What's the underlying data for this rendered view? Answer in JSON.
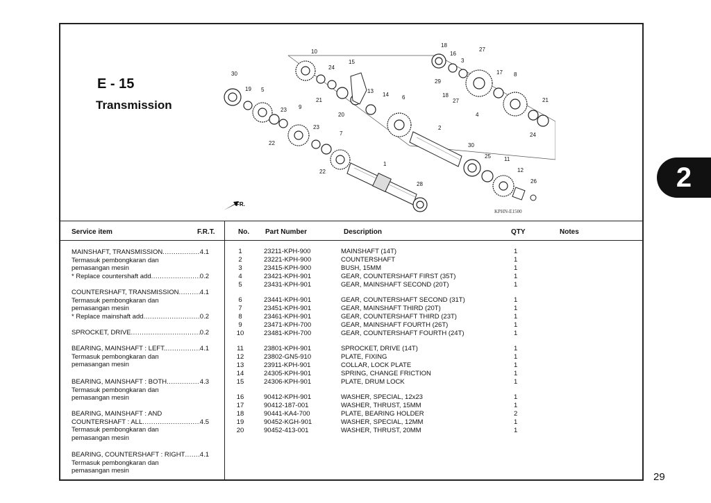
{
  "section": {
    "code": "E - 15",
    "title": "Transmission"
  },
  "diagram": {
    "fr_label": "FR.",
    "code": "KPHN-E1500",
    "callouts": [
      "18",
      "27",
      "16",
      "3",
      "10",
      "15",
      "24",
      "29",
      "17",
      "8",
      "30",
      "19",
      "5",
      "13",
      "14",
      "6",
      "18",
      "27",
      "21",
      "20",
      "4",
      "21",
      "23",
      "9",
      "23",
      "2",
      "24",
      "7",
      "22",
      "1",
      "30",
      "25",
      "11",
      "22",
      "12",
      "26",
      "28"
    ]
  },
  "service_table": {
    "headers": {
      "service_item": "Service item",
      "frt": "F.R.T."
    },
    "groups": [
      {
        "lines": [
          {
            "label": "MAINSHAFT, TRANSMISSION",
            "value": "4.1"
          },
          {
            "label": "Termasuk pembongkaran dan"
          },
          {
            "label": "pemasangan mesin"
          },
          {
            "label": "* Replace countershaft add",
            "value": "0.2"
          }
        ]
      },
      {
        "lines": [
          {
            "label": "COUNTERSHAFT, TRANSMISSION",
            "value": "4.1"
          },
          {
            "label": "Termasuk pembongkaran dan"
          },
          {
            "label": "pemasangan mesin"
          },
          {
            "label": "* Replace mainshaft add",
            "value": "0.2"
          }
        ]
      },
      {
        "lines": [
          {
            "label": "SPROCKET, DRIVE",
            "value": "0.2"
          }
        ]
      },
      {
        "lines": [
          {
            "label": "BEARING, MAINSHAFT : LEFT.",
            "value": "4.1"
          },
          {
            "label": "Termasuk pembongkaran dan"
          },
          {
            "label": "pemasangan mesin"
          }
        ]
      },
      {
        "lines": [
          {
            "label": "BEARING, MAINSHAFT : BOTH",
            "value": "4.3"
          },
          {
            "label": "Termasuk pembongkaran dan"
          },
          {
            "label": "pemasangan mesin"
          }
        ]
      },
      {
        "lines": [
          {
            "label": "BEARING, MAINSHAFT : AND"
          },
          {
            "label": "COUNTERSHAFT : ALL",
            "value": "4.5"
          },
          {
            "label": "Termasuk pembongkaran dan"
          },
          {
            "label": "pemasangan mesin"
          }
        ]
      },
      {
        "lines": [
          {
            "label": "BEARING, COUNTERSHAFT : RIGHT",
            "value": "4.1"
          },
          {
            "label": "Termasuk pembongkaran dan"
          },
          {
            "label": "pemasangan mesin"
          }
        ]
      }
    ]
  },
  "parts_table": {
    "headers": {
      "no": "No.",
      "part_number": "Part Number",
      "description": "Description",
      "qty": "QTY",
      "notes": "Notes"
    },
    "rows": [
      {
        "no": "1",
        "part": "23211-KPH-900",
        "desc": "MAINSHAFT (14T)",
        "qty": "1"
      },
      {
        "no": "2",
        "part": "23221-KPH-900",
        "desc": "COUNTERSHAFT",
        "qty": "1"
      },
      {
        "no": "3",
        "part": "23415-KPH-900",
        "desc": "BUSH, 15MM",
        "qty": "1"
      },
      {
        "no": "4",
        "part": "23421-KPH-901",
        "desc": "GEAR, COUNTERSHAFT FIRST (35T)",
        "qty": "1"
      },
      {
        "no": "5",
        "part": "23431-KPH-901",
        "desc": "GEAR, MAINSHAFT SECOND (20T)",
        "qty": "1"
      },
      {
        "no": "6",
        "part": "23441-KPH-901",
        "desc": "GEAR, COUNTERSHAFT SECOND (31T)",
        "qty": "1"
      },
      {
        "no": "7",
        "part": "23451-KPH-901",
        "desc": "GEAR, MAINSHAFT THIRD (20T)",
        "qty": "1"
      },
      {
        "no": "8",
        "part": "23461-KPH-901",
        "desc": "GEAR, COUNTERSHAFT THIRD (23T)",
        "qty": "1"
      },
      {
        "no": "9",
        "part": "23471-KPH-700",
        "desc": "GEAR, MAINSHAFT FOURTH (26T)",
        "qty": "1"
      },
      {
        "no": "10",
        "part": "23481-KPH-700",
        "desc": "GEAR, COUNTERSHAFT FOURTH (24T)",
        "qty": "1"
      },
      {
        "no": "11",
        "part": "23801-KPH-901",
        "desc": "SPROCKET, DRIVE (14T)",
        "qty": "1"
      },
      {
        "no": "12",
        "part": "23802-GN5-910",
        "desc": "PLATE, FIXING",
        "qty": "1"
      },
      {
        "no": "13",
        "part": "23911-KPH-901",
        "desc": "COLLAR, LOCK PLATE",
        "qty": "1"
      },
      {
        "no": "14",
        "part": "24305-KPH-901",
        "desc": "SPRING, CHANGE FRICTION",
        "qty": "1"
      },
      {
        "no": "15",
        "part": "24306-KPH-901",
        "desc": "PLATE, DRUM LOCK",
        "qty": "1"
      },
      {
        "no": "16",
        "part": "90412-KPH-901",
        "desc": "WASHER, SPECIAL, 12x23",
        "qty": "1"
      },
      {
        "no": "17",
        "part": "90412-187-001",
        "desc": "WASHER, THRUST, 15MM",
        "qty": "1"
      },
      {
        "no": "18",
        "part": "90441-KA4-700",
        "desc": "PLATE, BEARING HOLDER",
        "qty": "2"
      },
      {
        "no": "19",
        "part": "90452-KGH-901",
        "desc": "WASHER, SPECIAL, 12MM",
        "qty": "1"
      },
      {
        "no": "20",
        "part": "90452-413-001",
        "desc": "WASHER, THRUST, 20MM",
        "qty": "1"
      }
    ]
  },
  "chapter_tab": "2",
  "page_number": "29"
}
